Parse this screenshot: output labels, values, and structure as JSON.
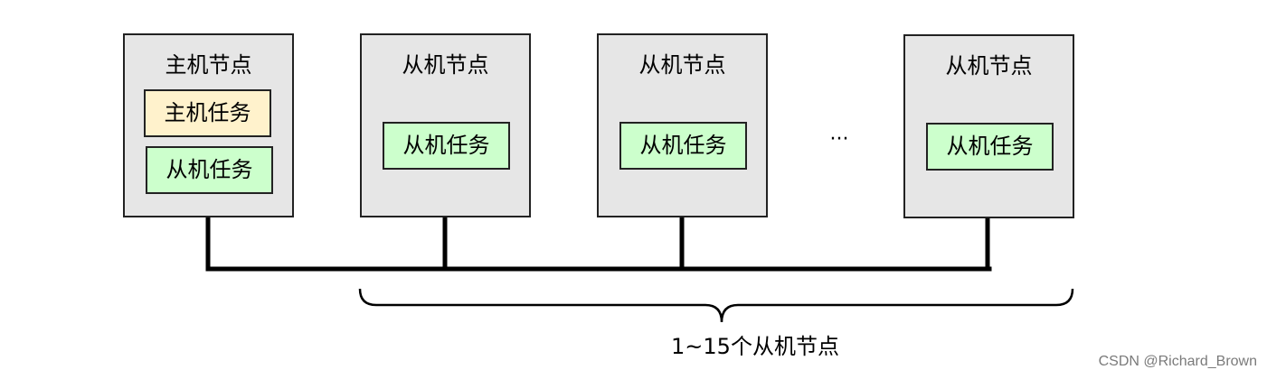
{
  "master_node": {
    "title": "主机节点",
    "tasks": [
      "主机任务",
      "从机任务"
    ]
  },
  "slave_nodes": [
    {
      "title": "从机节点",
      "task": "从机任务"
    },
    {
      "title": "从机节点",
      "task": "从机任务"
    },
    {
      "title": "从机节点",
      "task": "从机任务"
    }
  ],
  "ellipsis": "···",
  "range_label": "1~15个从机节点",
  "watermark": "CSDN @Richard_Brown",
  "colors": {
    "node_fill": "#e6e6e6",
    "master_task_fill": "#fff2cc",
    "slave_task_fill": "#ccffcc",
    "bus_line": "#000000"
  }
}
